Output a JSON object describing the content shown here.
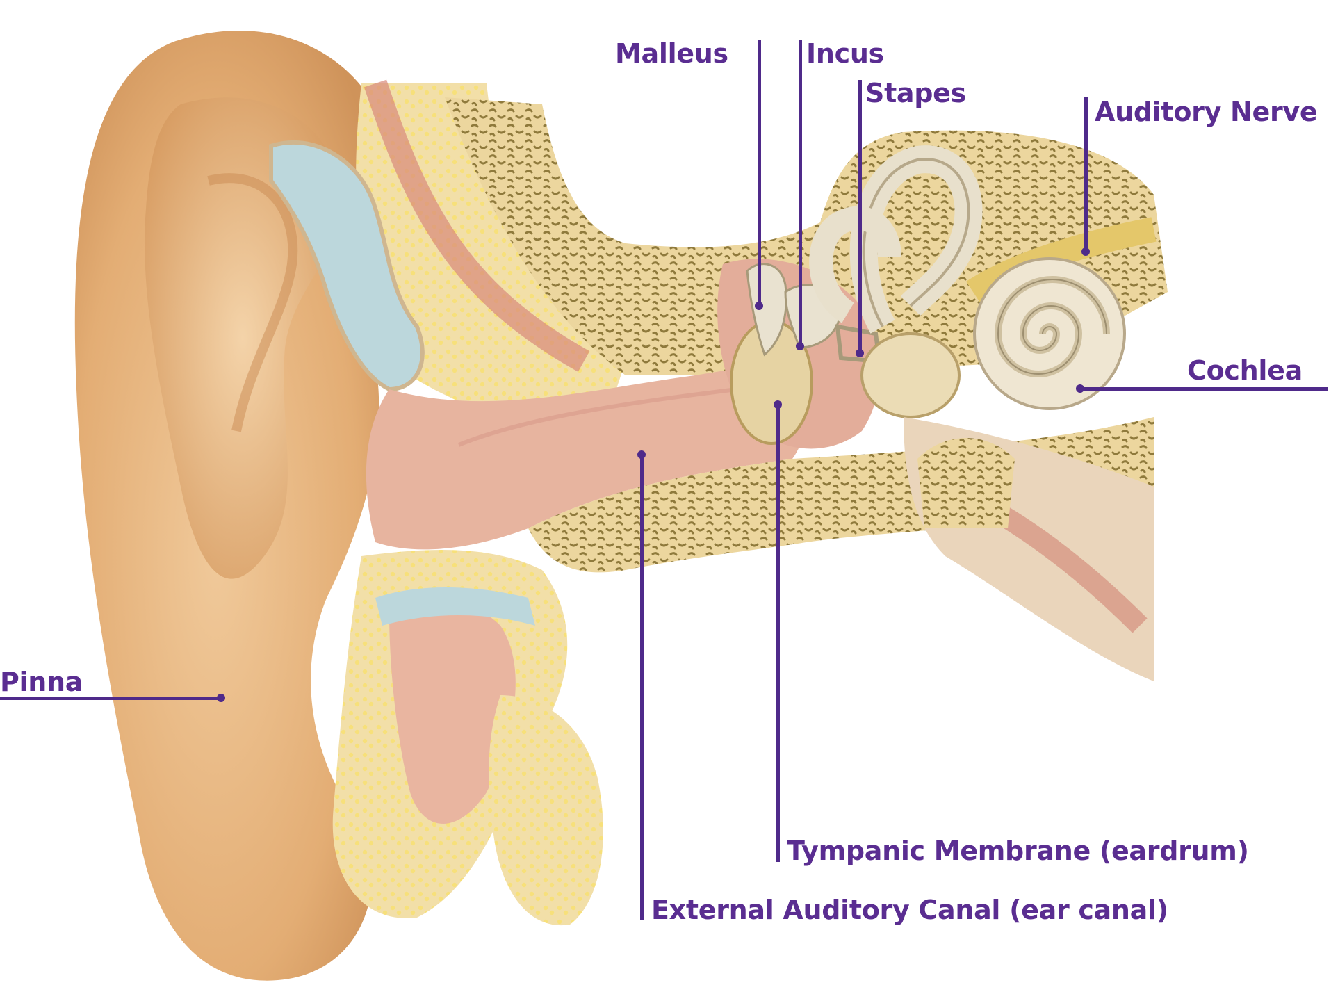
{
  "labels": {
    "malleus": "Malleus",
    "incus": "Incus",
    "stapes": "Stapes",
    "auditory_nerve": "Auditory Nerve",
    "cochlea": "Cochlea",
    "pinna": "Pinna",
    "tympanic_membrane": "Tympanic Membrane (eardrum)",
    "external_canal": "External Auditory Canal (ear canal)"
  },
  "colors": {
    "label_text": "#5a2d91",
    "leader_line": "#4f2a8a",
    "skin": "#e8b77e",
    "bone": "#e9d49a",
    "cartilage": "#bcd7dc",
    "canal": "#e6b29c"
  }
}
